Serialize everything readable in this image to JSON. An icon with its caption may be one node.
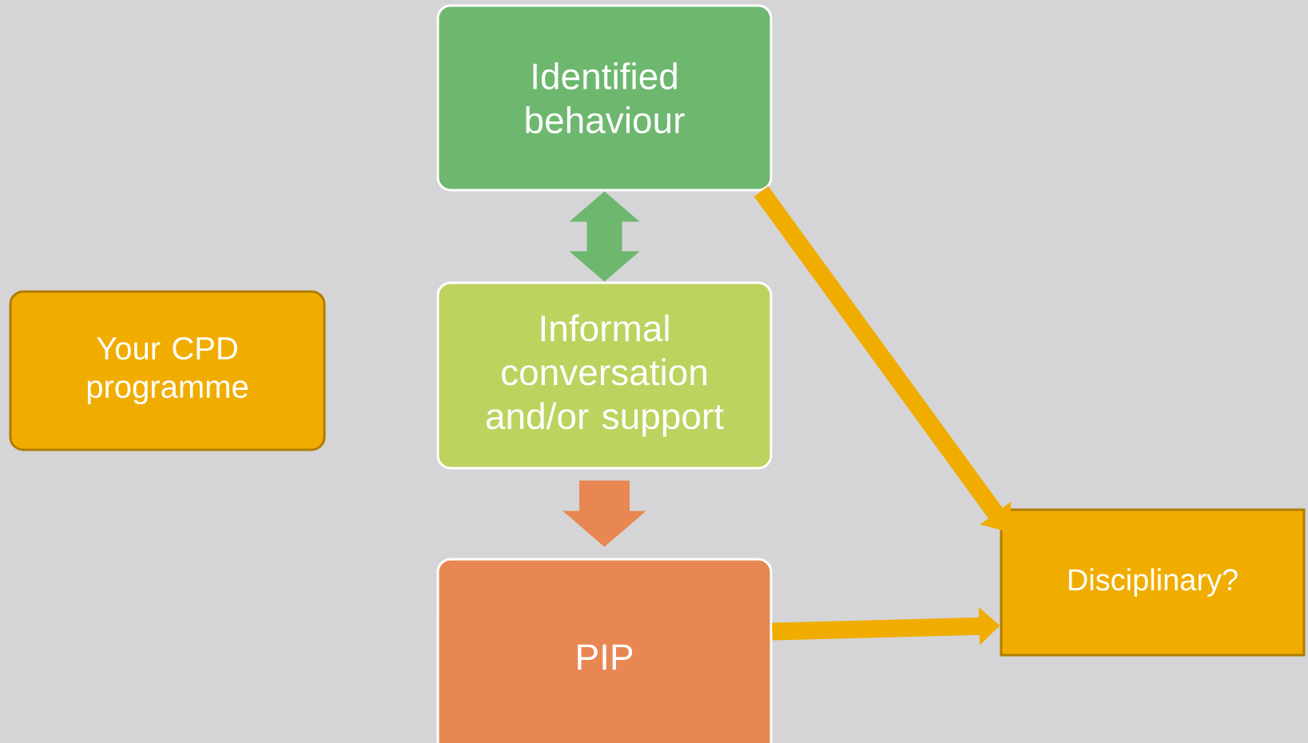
{
  "diagram": {
    "nodes": [
      {
        "text": [
          "Identified behaviour"
        ]
      },
      {
        "text": [
          "Your CPD programme"
        ]
      },
      {
        "text": [
          "Informal conversation and/or support"
        ]
      },
      {
        "text": [
          "PIP"
        ]
      },
      {
        "text": [
          "Disciplinary?"
        ]
      }
    ],
    "edges": [
      {
        "from": 0,
        "to": 2,
        "arrow": "both",
        "style": "thick",
        "color": "#6db76f"
      },
      {
        "from": 2,
        "to": 3,
        "arrow": "to",
        "style": "thick",
        "color": "#e88752"
      },
      {
        "from": 0,
        "to": 4,
        "arrow": "to"
      },
      {
        "from": 3,
        "to": 4,
        "arrow": "to"
      }
    ]
  }
}
